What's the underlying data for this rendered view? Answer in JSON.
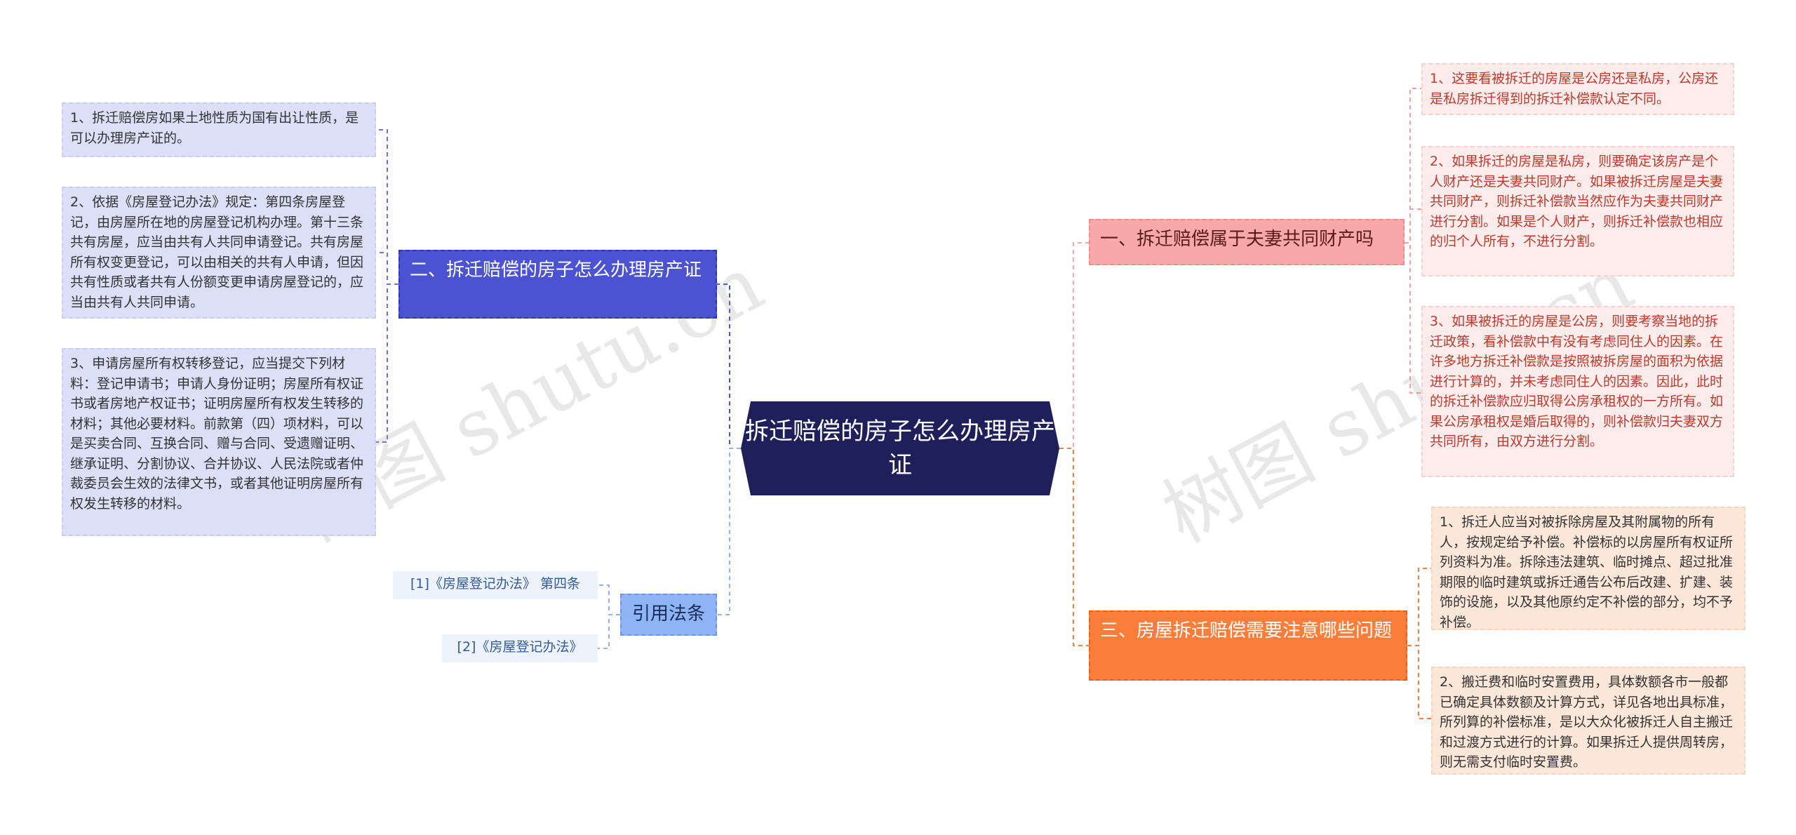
{
  "center": {
    "title": "拆迁赔偿的房子怎么办理房产证"
  },
  "left_branches": {
    "b2": {
      "label": "二、拆迁赔偿的房子怎么办理房产证",
      "items": [
        "1、拆迁赔偿房如果土地性质为国有出让性质，是可以办理房产证的。",
        "2、依据《房屋登记办法》规定：第四条房屋登记，由房屋所在地的房屋登记机构办理。第十三条共有房屋，应当由共有人共同申请登记。共有房屋所有权变更登记，可以由相关的共有人申请，但因共有性质或者共有人份额变更申请房屋登记的，应当由共有人共同申请。",
        "3、申请房屋所有权转移登记，应当提交下列材料：登记申请书；申请人身份证明；房屋所有权证书或者房地产权证书；证明房屋所有权发生转移的材料；其他必要材料。前款第（四）项材料，可以是买卖合同、互换合同、赠与合同、受遗赠证明、继承证明、分割协议、合并协议、人民法院或者仲裁委员会生效的法律文书，或者其他证明房屋所有权发生转移的材料。"
      ]
    },
    "refs": {
      "label": "引用法条",
      "items": [
        "[1]《房屋登记办法》 第四条",
        "[2]《房屋登记办法》"
      ]
    }
  },
  "right_branches": {
    "b1": {
      "label": "一、拆迁赔偿属于夫妻共同财产吗",
      "items": [
        "1、这要看被拆迁的房屋是公房还是私房，公房还是私房拆迁得到的拆迁补偿款认定不同。",
        "2、如果拆迁的房屋是私房，则要确定该房产是个人财产还是夫妻共同财产。如果被拆迁房屋是夫妻共同财产，则拆迁补偿款当然应作为夫妻共同财产进行分割。如果是个人财产，则拆迁补偿款也相应的归个人所有，不进行分割。",
        "3、如果被拆迁的房屋是公房，则要考察当地的拆迁政策，看补偿款中有没有考虑同住人的因素。在许多地方拆迁补偿款是按照被拆房屋的面积为依据进行计算的，并未考虑同住人的因素。因此，此时的拆迁补偿款应归取得公房承租权的一方所有。如果公房承租权是婚后取得的，则补偿款归夫妻双方共同所有，由双方进行分割。"
      ]
    },
    "b3": {
      "label": "三、房屋拆迁赔偿需要注意哪些问题",
      "items": [
        "1、拆迁人应当对被拆除房屋及其附属物的所有人，按规定给予补偿。补偿标的以房屋所有权证所列资料为准。拆除违法建筑、临时摊点、超过批准期限的临时建筑或拆迁通告公布后改建、扩建、装饰的设施，以及其他原约定不补偿的部分，均不予补偿。",
        "2、搬迁费和临时安置费用，具体数额各市一般都已确定具体数额及计算方式，详见各地出具标准，所列算的补偿标准，是以大众化被拆迁人自主搬迁和过渡方式进行的计算。如果拆迁人提供周转房，则无需支付临时安置费。"
      ]
    }
  },
  "watermarks": [
    "树图 shutu.cn",
    "树图 shutu.cn"
  ],
  "colors": {
    "center": "#1f1f5c",
    "branch_blue": "#4b53d3",
    "branch_light_blue": "#8eb4f5",
    "branch_pink": "#f8a8a8",
    "branch_orange": "#fb7d3a"
  }
}
